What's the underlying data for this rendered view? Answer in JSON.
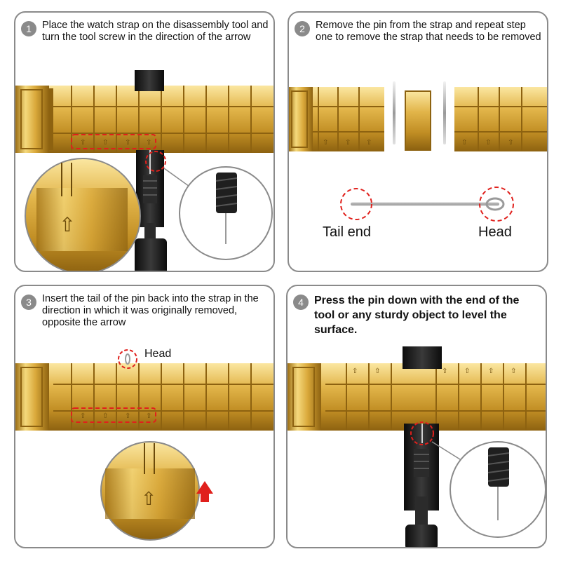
{
  "steps": [
    {
      "number": "1",
      "text": "Place the watch strap on the disassembly tool and turn the tool screw in the direction of the arrow"
    },
    {
      "number": "2",
      "text": "Remove the pin from the strap and repeat step one to remove the strap that needs to be removed"
    },
    {
      "number": "3",
      "text": "Insert the tail of the pin back into the strap in the direction in which it was originally removed, opposite the arrow"
    },
    {
      "number": "4",
      "text": "Press the pin down with the end of the tool or any sturdy object to level the surface."
    }
  ],
  "labels": {
    "tail_end": "Tail end",
    "head": "Head",
    "head_small": "Head"
  },
  "colors": {
    "gold": "#d4a233",
    "gold_light": "#f3d77a",
    "gold_dark": "#9c6e14",
    "highlight": "#e0201c",
    "tool": "#1a1a1a",
    "border": "#8a8a8a"
  },
  "icons": [
    "up-arrow-icon",
    "pin-icon",
    "tool-icon"
  ]
}
